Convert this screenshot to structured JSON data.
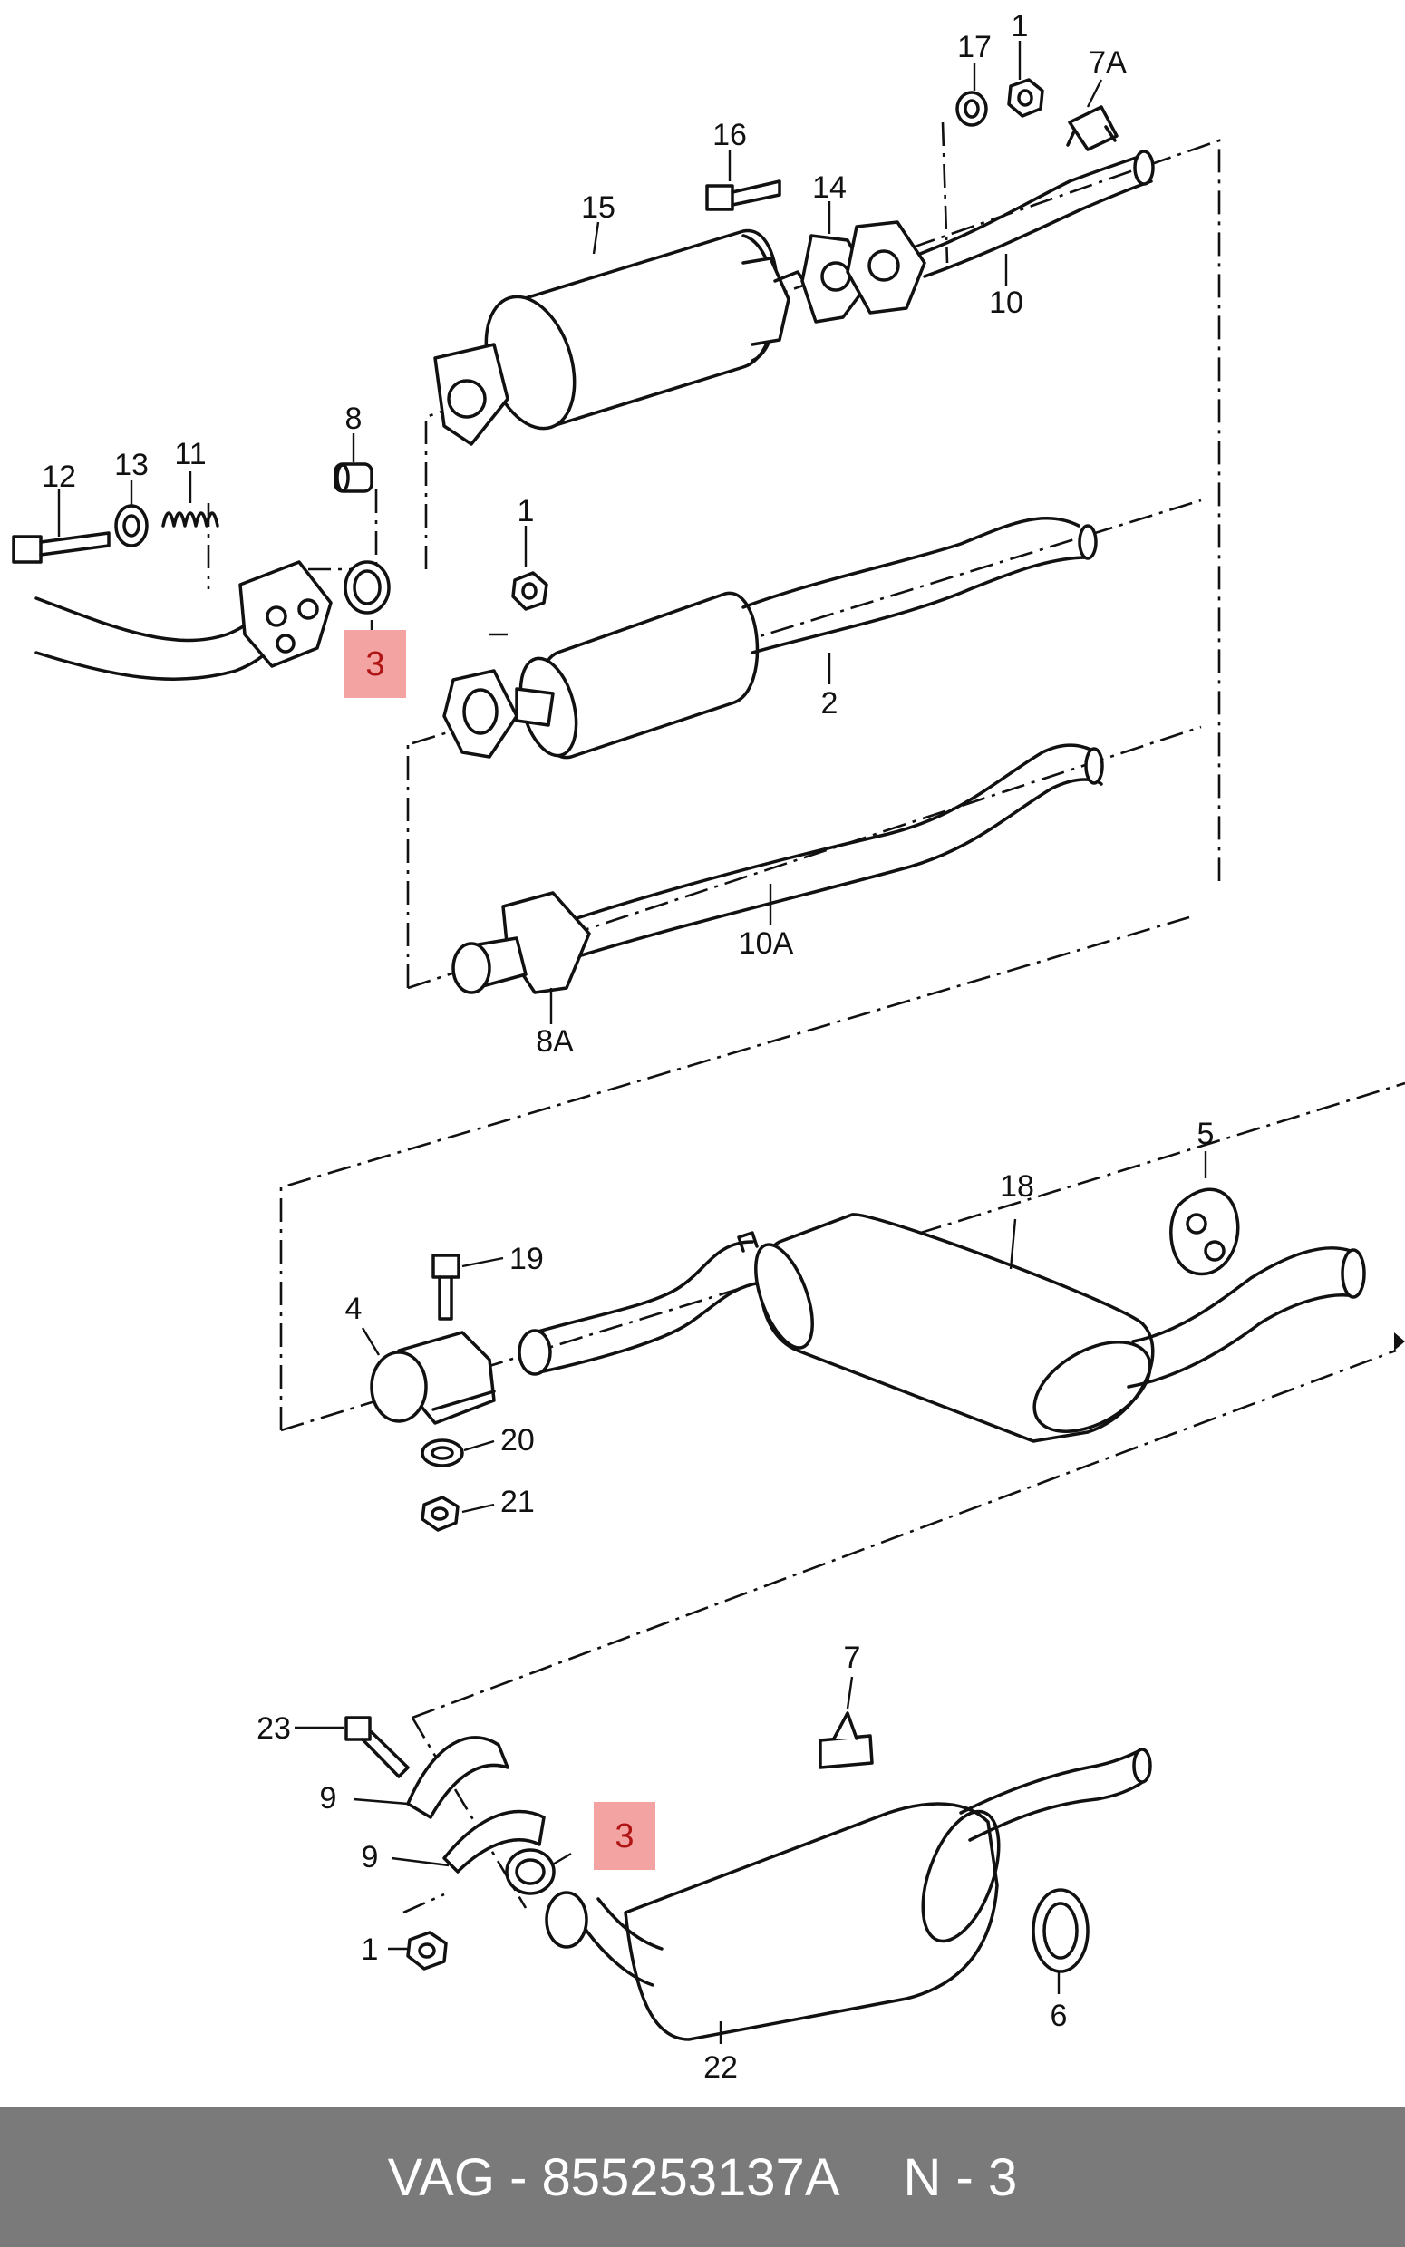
{
  "callouts": {
    "l12": "12",
    "l13": "13",
    "l11": "11",
    "l8": "8",
    "l3a": "3",
    "l15": "15",
    "l16": "16",
    "l14": "14",
    "l17": "17",
    "l1a": "1",
    "l7a": "7A",
    "l10": "10",
    "l1b": "1",
    "l2": "2",
    "l10a": "10A",
    "l8a": "8A",
    "l5": "5",
    "l18": "18",
    "l19": "19",
    "l4": "4",
    "l20": "20",
    "l21": "21",
    "l23": "23",
    "l7": "7",
    "l9a": "9",
    "l9b": "9",
    "l3b": "3",
    "l1c": "1",
    "l6": "6",
    "l22": "22"
  },
  "highlight_color": "#f4a3a3",
  "footer": {
    "part": "VAG - 855253137A",
    "position": "N - 3",
    "background": "#7a7a7a"
  }
}
